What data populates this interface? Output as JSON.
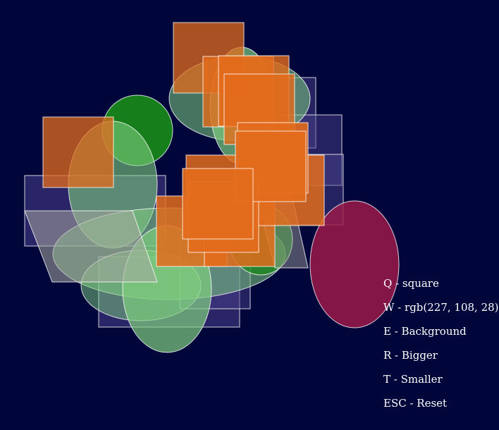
{
  "canvas": {
    "background": "#00053a",
    "shapes": [
      {
        "type": "rect",
        "fill": "#4a3f8a",
        "opacity": 0.55
      },
      {
        "type": "rect",
        "fill": "#4a3f8a",
        "opacity": 0.55
      },
      {
        "type": "rect",
        "fill": "#4a3f8a",
        "opacity": 0.5
      },
      {
        "type": "rect",
        "fill": "#4a3f8a",
        "opacity": 0.5
      },
      {
        "type": "rect",
        "fill": "#4a3f8a",
        "opacity": 0.5
      },
      {
        "type": "rect",
        "fill": "#4a3f8a",
        "opacity": 0.5
      },
      {
        "type": "ellipse",
        "fill": "#1a8c1a",
        "opacity": 0.9
      },
      {
        "type": "ellipse",
        "fill": "#7fcf7f",
        "opacity": 0.6
      },
      {
        "type": "ellipse",
        "fill": "#7fcf7f",
        "opacity": 0.55
      },
      {
        "type": "ellipse",
        "fill": "#7fcf7f",
        "opacity": 0.55
      },
      {
        "type": "ellipse",
        "fill": "#7fcf7f",
        "opacity": 0.5
      },
      {
        "type": "ellipse",
        "fill": "#1a8c1a",
        "opacity": 0.7
      },
      {
        "type": "ellipse",
        "fill": "#9a1a4a",
        "opacity": 0.85
      },
      {
        "type": "ellipse",
        "fill": "#7fcf7f",
        "opacity": 0.7
      },
      {
        "type": "ellipse",
        "fill": "#7fcf7f",
        "opacity": 0.7
      },
      {
        "type": "polygon",
        "fill": "#a8a8a0",
        "opacity": 0.55
      },
      {
        "type": "polygon",
        "fill": "#a8a8a0",
        "opacity": 0.45
      },
      {
        "type": "rect",
        "fill": "#e36c1c",
        "opacity": 0.75
      },
      {
        "type": "rect",
        "fill": "#e36c1c",
        "opacity": 0.75
      },
      {
        "type": "rect",
        "fill": "#e36c1c",
        "opacity": 0.8
      },
      {
        "type": "rect",
        "fill": "#e36c1c",
        "opacity": 0.8
      },
      {
        "type": "rect",
        "fill": "#e36c1c",
        "opacity": 0.8
      },
      {
        "type": "rect",
        "fill": "#e36c1c",
        "opacity": 0.85
      },
      {
        "type": "rect",
        "fill": "#e36c1c",
        "opacity": 0.85
      },
      {
        "type": "rect",
        "fill": "#e36c1c",
        "opacity": 0.85
      },
      {
        "type": "rect",
        "fill": "#e36c1c",
        "opacity": 0.85
      },
      {
        "type": "rect",
        "fill": "#e36c1c",
        "opacity": 0.9
      },
      {
        "type": "rect",
        "fill": "#e36c1c",
        "opacity": 0.9
      },
      {
        "type": "rect",
        "fill": "#e36c1c",
        "opacity": 0.95
      },
      {
        "type": "rect",
        "fill": "#e36c1c",
        "opacity": 0.95
      }
    ]
  },
  "legend": {
    "square": "Q - square",
    "color": "W - rgb(227, 108, 28)",
    "background": "E - Background",
    "bigger": "R - Bigger",
    "smaller": "T - Smaller",
    "reset": "ESC - Reset"
  }
}
